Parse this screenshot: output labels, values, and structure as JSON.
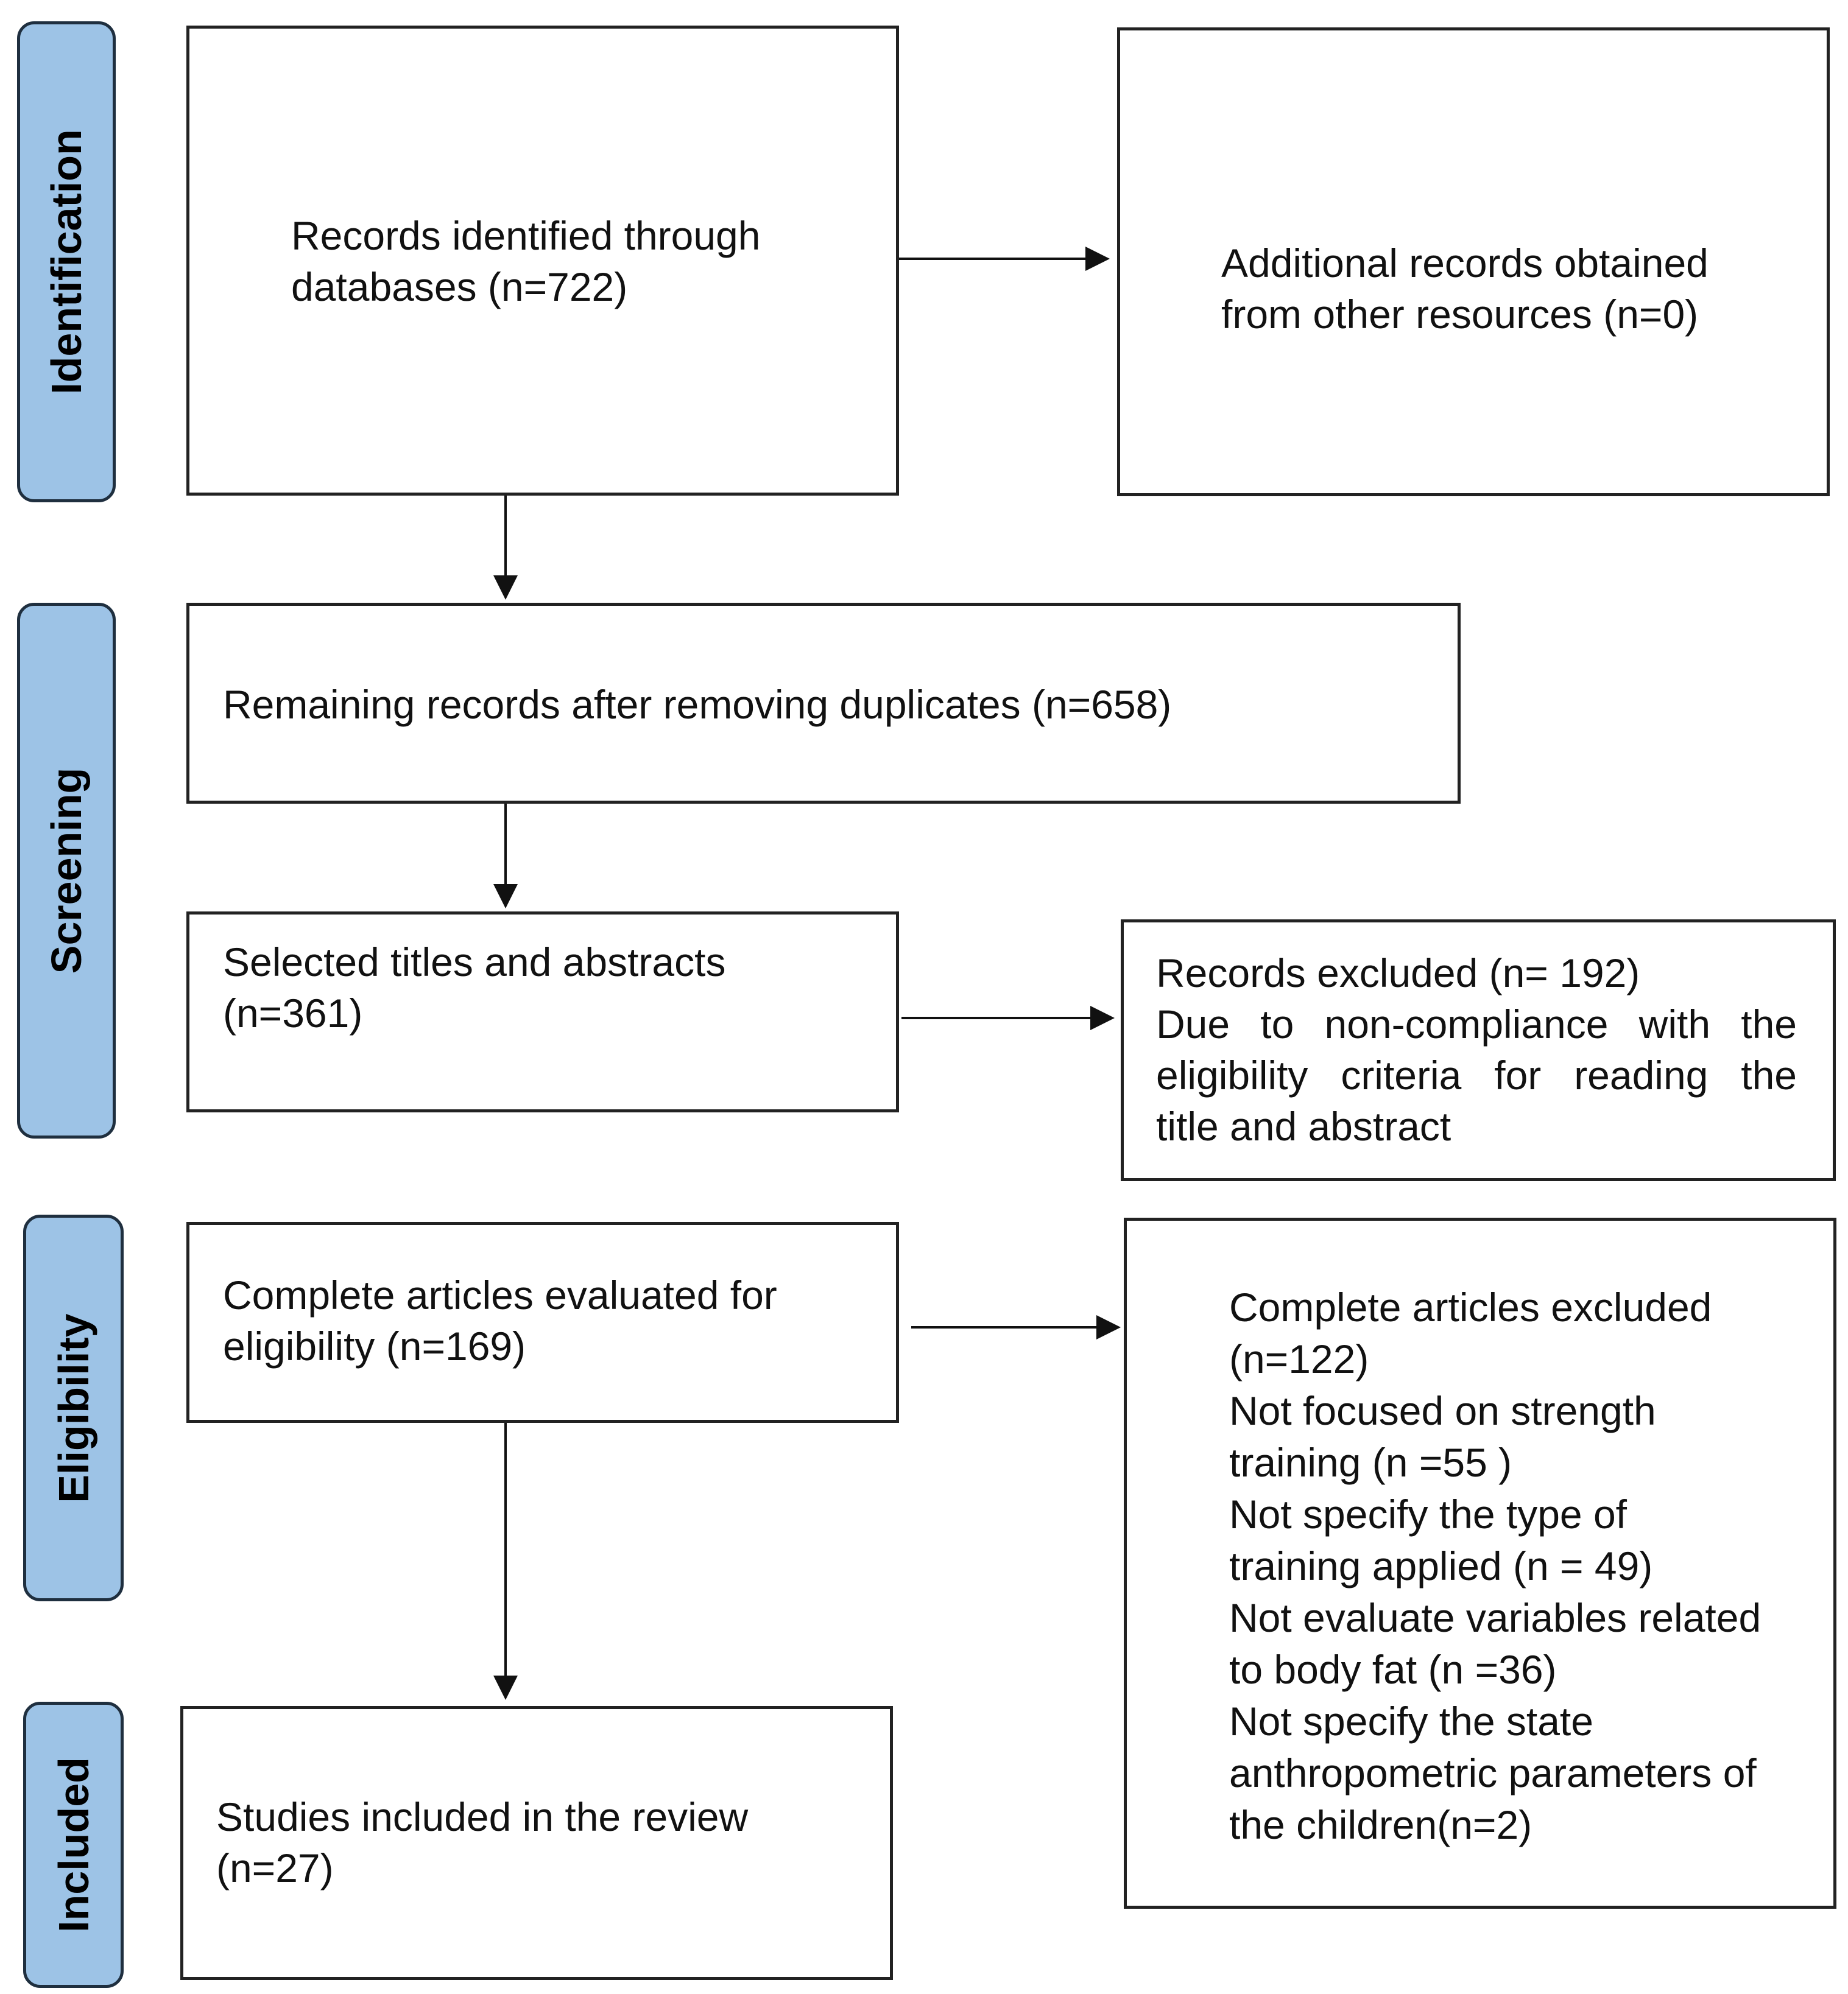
{
  "stages": {
    "identification": "Identification",
    "screening": "Screening",
    "eligibility": "Eligibility",
    "included": "Included"
  },
  "boxes": {
    "records_identified": [
      "Records identified through",
      "databases (n=722)"
    ],
    "additional_records": [
      "Additional records obtained",
      "from other resources (n=0)"
    ],
    "remaining_records": [
      "Remaining records after removing duplicates (n=658)"
    ],
    "selected_titles": [
      "Selected titles and abstracts",
      "(n=361)"
    ],
    "records_excluded": {
      "first": "Records excluded (n= 192)",
      "justified": [
        [
          "Due",
          "to",
          "non-compliance",
          "with",
          "the"
        ],
        [
          "eligibility",
          "criteria",
          "for",
          "reading",
          "the"
        ]
      ],
      "last": "title and abstract"
    },
    "complete_evaluated": [
      "Complete articles evaluated for",
      "eligibility (n=169)"
    ],
    "complete_excluded": [
      "Complete articles excluded",
      "(n=122)",
      "Not focused on strength",
      "training (n =55 )",
      "Not specify the type of",
      "training applied (n = 49)",
      "Not evaluate variables related",
      "to body fat (n =36)",
      "Not specify the state",
      "anthropometric parameters of",
      "the children(n=2)"
    ],
    "studies_included": [
      "Studies included in the review",
      "(n=27)"
    ]
  }
}
